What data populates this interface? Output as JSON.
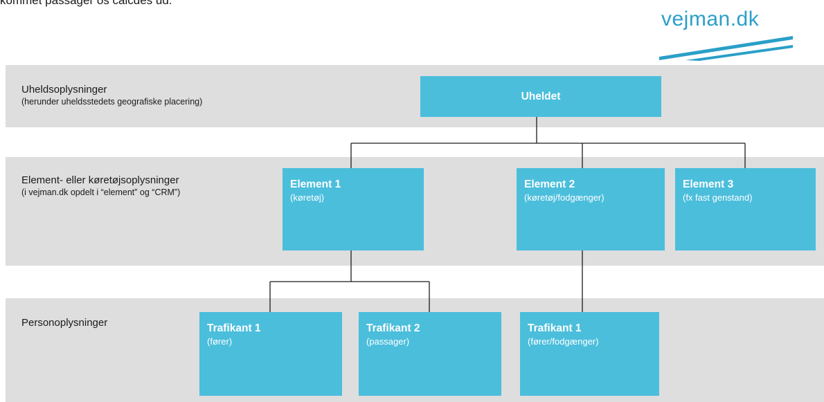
{
  "header": {
    "top_text": "kommet passager os calcdes ud."
  },
  "logo": {
    "text": "vejman.dk",
    "color": "#2a9fc8"
  },
  "colors": {
    "band": "#dedede",
    "node": "#4bbedc",
    "line": "#1a1a1a"
  },
  "bands": {
    "uheld": {
      "title": "Uheldsoplysninger",
      "subtitle": "(herunder uheldsstedets geografiske placering)"
    },
    "element": {
      "title": "Element- eller køretøjsoplysninger",
      "subtitle": "(i vejman.dk opdelt i “element” og “CRM”)"
    },
    "person": {
      "title": "Personoplysninger"
    }
  },
  "nodes": {
    "uheldet": {
      "title": "Uheldet"
    },
    "element1": {
      "title": "Element 1",
      "subtitle": "(køretøj)"
    },
    "element2": {
      "title": "Element 2",
      "subtitle": "(køretøj/fodgænger)"
    },
    "element3": {
      "title": "Element 3",
      "subtitle": "(fx fast genstand)"
    },
    "trafikant1a": {
      "title": "Trafikant 1",
      "subtitle": "(fører)"
    },
    "trafikant2": {
      "title": "Trafikant 2",
      "subtitle": "(passager)"
    },
    "trafikant1b": {
      "title": "Trafikant 1",
      "subtitle": "(fører/fodgænger)"
    }
  }
}
